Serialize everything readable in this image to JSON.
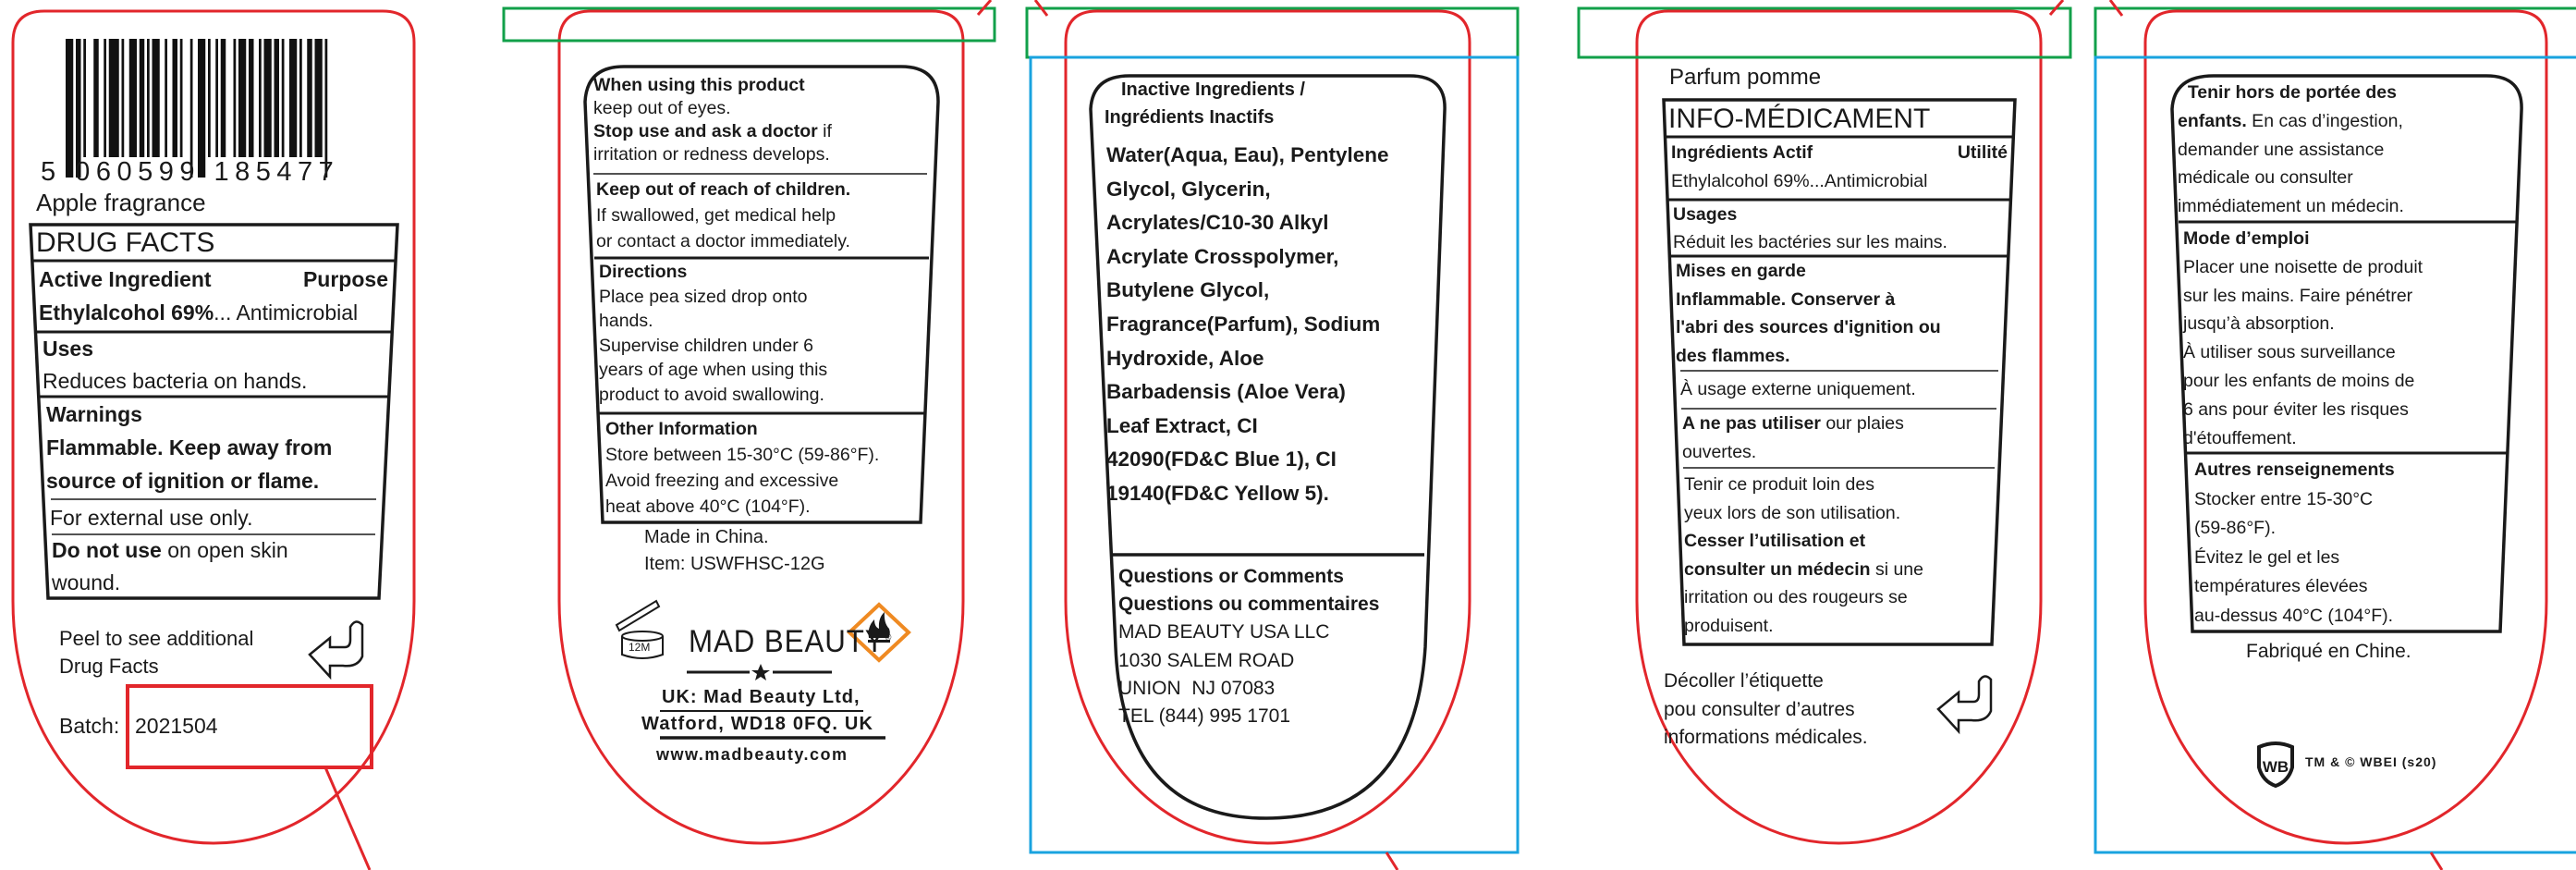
{
  "panel1": {
    "barcode_number": "5 060599 185477",
    "fragrance": "Apple fragrance",
    "title": "DRUG FACTS",
    "active": [
      {
        "b": "Active Ingredient",
        "rb": "Purpose"
      },
      {
        "b": "Ethylalcohol 69%",
        "t": "... Antimicrobial"
      }
    ],
    "uses": [
      {
        "b": "Uses"
      },
      "Reduces bacteria on hands."
    ],
    "warnings": [
      {
        "b": "Warnings"
      },
      {
        "b": "Flammable. Keep away from"
      },
      {
        "b": "source of ignition or flame."
      }
    ],
    "external": [
      "For external use only."
    ],
    "donotuse": [
      {
        "b": "Do not use",
        "t": " on open skin"
      },
      "wound."
    ],
    "peel": [
      "Peel to see additional",
      "Drug Facts"
    ],
    "batch_label": "Batch:",
    "batch_value": "2021504"
  },
  "panel2": {
    "when_using": [
      {
        "b": "When using this product"
      },
      "keep out of eyes.",
      {
        "b": "Stop use and ask a doctor",
        "t": " if"
      },
      "irritation or redness develops."
    ],
    "keep_out": [
      {
        "b": "Keep out of reach of children."
      },
      "If swallowed, get medical help",
      "or contact a doctor immediately."
    ],
    "directions": [
      {
        "b": "Directions"
      },
      "Place pea sized drop onto",
      "hands.",
      "Supervise children under 6",
      "years of age when using this",
      "product to avoid swallowing."
    ],
    "other": [
      {
        "b": "Other Information"
      },
      "Store between 15-30°C (59-86°F).",
      "Avoid freezing and excessive",
      "heat above 40°C (104°F)."
    ],
    "made_in": "Made in China.",
    "item": "Item: USWFHSC-12G",
    "pao": "12M",
    "brand": "MAD BEAUTY",
    "brand_mark": "®",
    "uk_address": [
      "UK: Mad Beauty Ltd,",
      "Watford, WD18 0FQ. UK"
    ],
    "website": "www.madbeauty.com"
  },
  "panel3": {
    "heading": [
      "Inactive Ingredients /",
      "Ingrédients Inactifs"
    ],
    "ingredients": [
      "Water(Aqua, Eau), Pentylene",
      "Glycol, Glycerin,",
      "Acrylates/C10-30 Alkyl",
      "Acrylate Crosspolymer,",
      "Butylene Glycol,",
      "Fragrance(Parfum), Sodium",
      "Hydroxide, Aloe",
      "Barbadensis (Aloe Vera)",
      "Leaf Extract, CI",
      "42090(FD&C Blue 1), CI",
      "19140(FD&C Yellow 5)."
    ],
    "questions": [
      {
        "b": "Questions or Comments"
      },
      {
        "b": "Questions ou commentaires"
      },
      "MAD BEAUTY USA LLC",
      "1030 SALEM ROAD",
      "UNION  NJ 07083",
      "TEL (844) 995 1701"
    ]
  },
  "panel4": {
    "fragrance": "Parfum pomme",
    "title": "INFO-MÉDICAMENT",
    "active": [
      {
        "b": "Ingrédients Actif",
        "rb": "Utilité"
      },
      "Ethylalcohol 69%...Antimicrobial"
    ],
    "usages": [
      {
        "b": "Usages"
      },
      "Réduit les bactéries sur les mains."
    ],
    "mises": [
      {
        "b": "Mises en garde"
      },
      {
        "b": "Inflammable. Conserver à"
      },
      {
        "b": "l'abri des sources d'ignition ou"
      },
      {
        "b": "des flammes."
      }
    ],
    "externe": [
      "À usage externe uniquement."
    ],
    "ne_pas": [
      {
        "b": "A ne pas utiliser",
        "t": " our plaies"
      },
      "ouvertes."
    ],
    "tenir": [
      "Tenir ce produit loin des",
      "yeux lors de son utilisation.",
      {
        "b": "Cesser l’utilisation et"
      },
      {
        "b": "consulter un médecin",
        "t": " si une"
      },
      "irritation ou des rougeurs se",
      "produisent."
    ],
    "peel": [
      "Décoller l’étiquette",
      "pou consulter d’autres",
      "informations médicales."
    ]
  },
  "panel5": {
    "tenir": [
      {
        "b": "  Tenir hors de portée des"
      },
      {
        "b": "enfants.",
        "t": " En cas d’ingestion,"
      },
      "demander une assistance",
      "médicale ou consulter",
      "immédiatement un médecin."
    ],
    "mode": [
      {
        "b": "Mode d’emploi"
      },
      "Placer une noisette de produit",
      "sur les mains. Faire pénétrer",
      "jusqu’à absorption.",
      "À utiliser sous surveillance",
      "pour les enfants de moins de",
      "6 ans pour éviter les risques",
      "d'étouffement."
    ],
    "autres": [
      {
        "b": "Autres renseignements"
      },
      "Stocker entre 15-30°C",
      "(59-86°F).",
      "Évitez le gel et les",
      "températures élevées",
      "au-dessus 40°C (104°F)."
    ],
    "made_in": "Fabriqué en Chine.",
    "logo": "WB",
    "copyright": "TM & © WBEI (s20)"
  },
  "colors": {
    "dieline": "#e2262b",
    "glue": "#12a04a",
    "bleed": "#19a3df",
    "hazard": "#ef8a22",
    "ink": "#1a1a1a"
  }
}
